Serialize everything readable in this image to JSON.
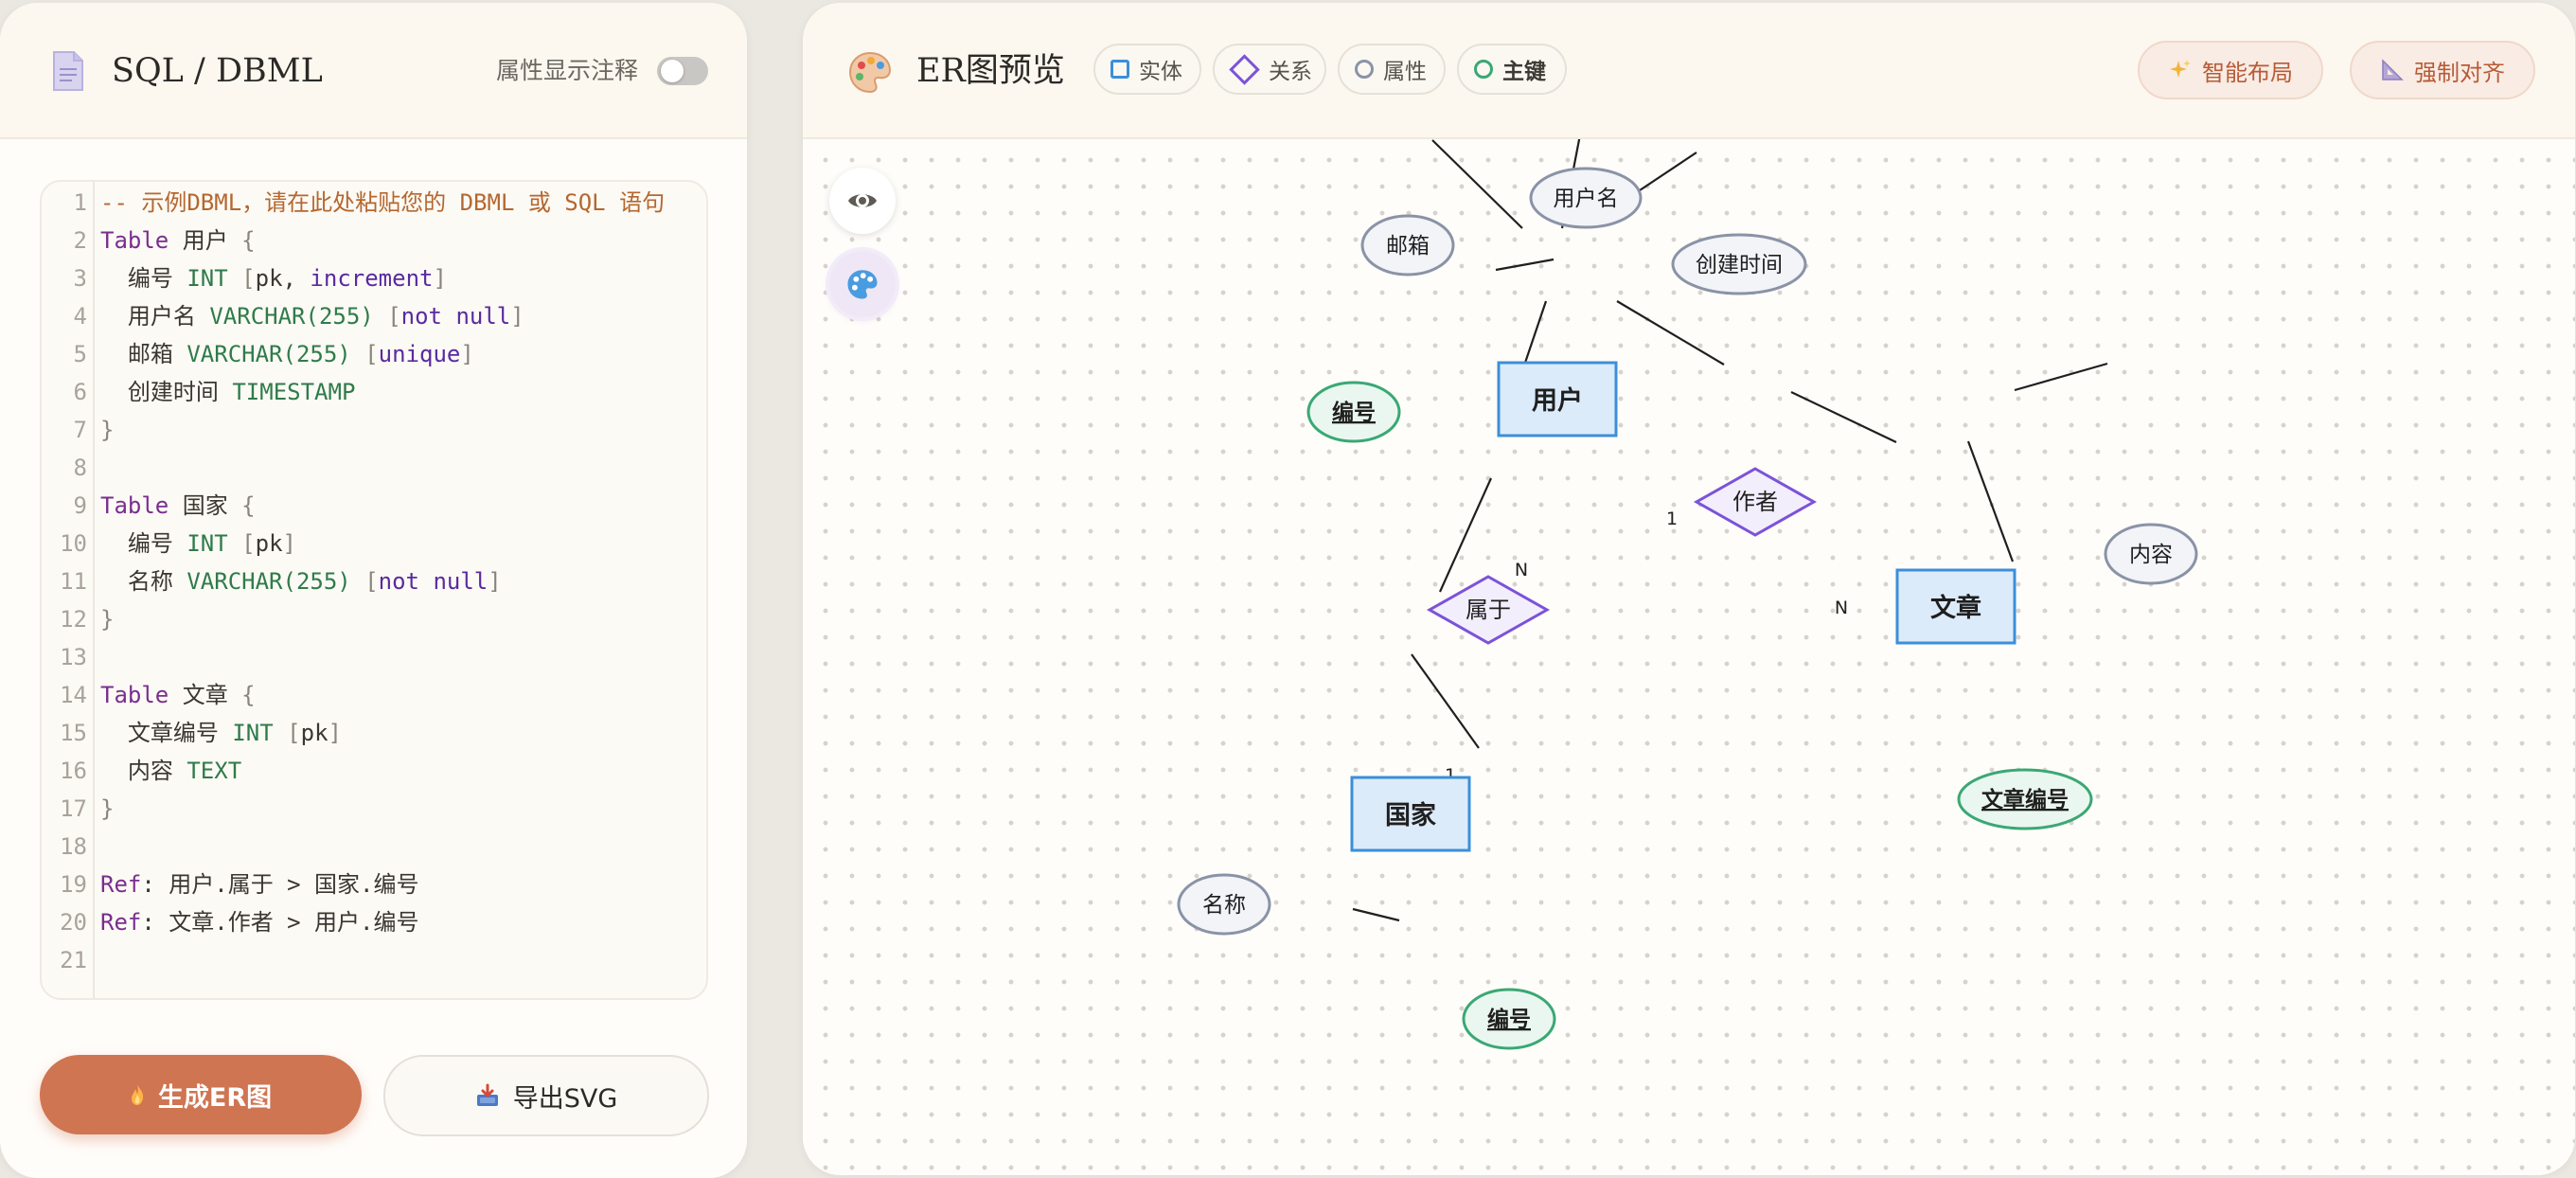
{
  "editor_panel": {
    "title": "SQL / DBML",
    "icon": "document-icon",
    "toggle_label": "属性显示注释",
    "toggle_on": false,
    "code_lines": [
      [
        {
          "t": "-- 示例DBML，请在此处粘贴您的 DBML 或 SQL 语句",
          "c": "comment"
        }
      ],
      [
        {
          "t": "Table",
          "c": "kw"
        },
        {
          "t": " 用户 ",
          "c": "text"
        },
        {
          "t": "{",
          "c": "punct"
        }
      ],
      [
        {
          "t": "  编号 ",
          "c": "text"
        },
        {
          "t": "INT",
          "c": "type"
        },
        {
          "t": " ",
          "c": "text"
        },
        {
          "t": "[",
          "c": "punct"
        },
        {
          "t": "pk, ",
          "c": "text"
        },
        {
          "t": "increment",
          "c": "attr"
        },
        {
          "t": "]",
          "c": "punct"
        }
      ],
      [
        {
          "t": "  用户名 ",
          "c": "text"
        },
        {
          "t": "VARCHAR(255)",
          "c": "type"
        },
        {
          "t": " ",
          "c": "text"
        },
        {
          "t": "[",
          "c": "punct"
        },
        {
          "t": "not null",
          "c": "attr"
        },
        {
          "t": "]",
          "c": "punct"
        }
      ],
      [
        {
          "t": "  邮箱 ",
          "c": "text"
        },
        {
          "t": "VARCHAR(255)",
          "c": "type"
        },
        {
          "t": " ",
          "c": "text"
        },
        {
          "t": "[",
          "c": "punct"
        },
        {
          "t": "unique",
          "c": "attr"
        },
        {
          "t": "]",
          "c": "punct"
        }
      ],
      [
        {
          "t": "  创建时间 ",
          "c": "text"
        },
        {
          "t": "TIMESTAMP",
          "c": "type"
        }
      ],
      [
        {
          "t": "}",
          "c": "punct"
        }
      ],
      [],
      [
        {
          "t": "Table",
          "c": "kw"
        },
        {
          "t": " 国家 ",
          "c": "text"
        },
        {
          "t": "{",
          "c": "punct"
        }
      ],
      [
        {
          "t": "  编号 ",
          "c": "text"
        },
        {
          "t": "INT",
          "c": "type"
        },
        {
          "t": " ",
          "c": "text"
        },
        {
          "t": "[",
          "c": "punct"
        },
        {
          "t": "pk",
          "c": "text"
        },
        {
          "t": "]",
          "c": "punct"
        }
      ],
      [
        {
          "t": "  名称 ",
          "c": "text"
        },
        {
          "t": "VARCHAR(255)",
          "c": "type"
        },
        {
          "t": " ",
          "c": "text"
        },
        {
          "t": "[",
          "c": "punct"
        },
        {
          "t": "not null",
          "c": "attr"
        },
        {
          "t": "]",
          "c": "punct"
        }
      ],
      [
        {
          "t": "}",
          "c": "punct"
        }
      ],
      [],
      [
        {
          "t": "Table",
          "c": "kw"
        },
        {
          "t": " 文章 ",
          "c": "text"
        },
        {
          "t": "{",
          "c": "punct"
        }
      ],
      [
        {
          "t": "  文章编号 ",
          "c": "text"
        },
        {
          "t": "INT",
          "c": "type"
        },
        {
          "t": " ",
          "c": "text"
        },
        {
          "t": "[",
          "c": "punct"
        },
        {
          "t": "pk",
          "c": "text"
        },
        {
          "t": "]",
          "c": "punct"
        }
      ],
      [
        {
          "t": "  内容 ",
          "c": "text"
        },
        {
          "t": "TEXT",
          "c": "type"
        }
      ],
      [
        {
          "t": "}",
          "c": "punct"
        }
      ],
      [],
      [
        {
          "t": "Ref",
          "c": "kw"
        },
        {
          "t": ": 用户.属于 > 国家.编号",
          "c": "text"
        }
      ],
      [
        {
          "t": "Ref",
          "c": "kw"
        },
        {
          "t": ": 文章.作者 > 用户.编号",
          "c": "text"
        }
      ],
      []
    ],
    "syntax_colors": {
      "comment": "#b5672f",
      "kw": "#7a2e8f",
      "type": "#2f7b4a",
      "attr": "#5a2aa0",
      "punct": "#8a857c",
      "text": "#3a3630"
    },
    "generate_button": {
      "label": "生成ER图",
      "icon": "fire-icon"
    },
    "export_button": {
      "label": "导出SVG",
      "icon": "download-tray-icon"
    }
  },
  "preview_panel": {
    "title": "ER图预览",
    "icon": "palette-icon",
    "legend": [
      {
        "label": "实体",
        "shape": "square",
        "color": "#3b8fd9"
      },
      {
        "label": "关系",
        "shape": "diamond",
        "color": "#7b53d8"
      },
      {
        "label": "属性",
        "shape": "circle",
        "color": "#8a93a6"
      },
      {
        "label": "主键",
        "shape": "circle",
        "color": "#3aa874",
        "bold": true
      }
    ],
    "smart_layout_button": {
      "label": "智能布局",
      "icon": "sparkles-icon"
    },
    "force_align_button": {
      "label": "强制对齐",
      "icon": "set-square-icon"
    },
    "tools": [
      {
        "name": "eye-icon",
        "active": false
      },
      {
        "name": "palette-icon",
        "active": true
      }
    ]
  },
  "er_diagram": {
    "entities": [
      {
        "id": "user",
        "label": "用户"
      },
      {
        "id": "country",
        "label": "国家"
      },
      {
        "id": "article",
        "label": "文章"
      }
    ],
    "relationships": [
      {
        "id": "belongs",
        "label": "属于"
      },
      {
        "id": "author",
        "label": "作者"
      }
    ],
    "attributes": [
      {
        "label": "邮箱",
        "entity": "user",
        "pk": false
      },
      {
        "label": "用户名",
        "entity": "user",
        "pk": false
      },
      {
        "label": "创建时间",
        "entity": "user",
        "pk": false
      },
      {
        "label": "编号",
        "entity": "user",
        "pk": true
      },
      {
        "label": "内容",
        "entity": "article",
        "pk": false
      },
      {
        "label": "文章编号",
        "entity": "article",
        "pk": true
      },
      {
        "label": "名称",
        "entity": "country",
        "pk": false
      },
      {
        "label": "编号",
        "entity": "country",
        "pk": true
      }
    ],
    "cardinalities": [
      {
        "from": "user",
        "via": "belongs",
        "label": "N"
      },
      {
        "from": "country",
        "via": "belongs",
        "label": "1"
      },
      {
        "from": "user",
        "via": "author",
        "label": "1"
      },
      {
        "from": "article",
        "via": "author",
        "label": "N"
      }
    ]
  }
}
